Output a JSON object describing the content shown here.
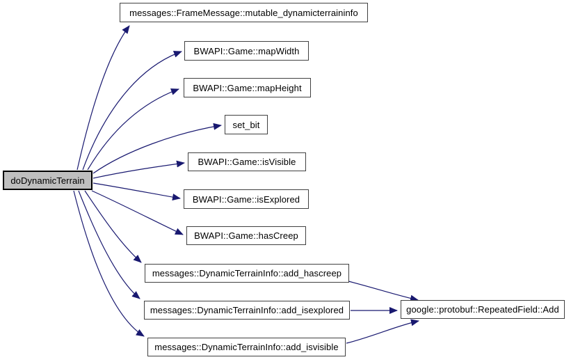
{
  "diagram": {
    "type": "call-graph",
    "root_function": "doDynamicTerrain",
    "colors": {
      "edge": "#191970",
      "node_border": "#404040",
      "node_fill": "#ffffff",
      "root_border": "#000000",
      "root_fill": "#bfbfbf",
      "background": "#ffffff",
      "text": "#000000"
    },
    "nodes": [
      {
        "id": "doDynamicTerrain",
        "label": "doDynamicTerrain",
        "role": "root"
      },
      {
        "id": "mutable_dynamicterraininfo",
        "label": "messages::FrameMessage::mutable_dynamicterraininfo",
        "role": "callee"
      },
      {
        "id": "mapWidth",
        "label": "BWAPI::Game::mapWidth",
        "role": "callee"
      },
      {
        "id": "mapHeight",
        "label": "BWAPI::Game::mapHeight",
        "role": "callee"
      },
      {
        "id": "set_bit",
        "label": "set_bit",
        "role": "callee"
      },
      {
        "id": "isVisible",
        "label": "BWAPI::Game::isVisible",
        "role": "callee"
      },
      {
        "id": "isExplored",
        "label": "BWAPI::Game::isExplored",
        "role": "callee"
      },
      {
        "id": "hasCreep",
        "label": "BWAPI::Game::hasCreep",
        "role": "callee"
      },
      {
        "id": "add_hascreep",
        "label": "messages::DynamicTerrainInfo::add_hascreep",
        "role": "callee"
      },
      {
        "id": "add_isexplored",
        "label": "messages::DynamicTerrainInfo::add_isexplored",
        "role": "callee"
      },
      {
        "id": "add_isvisible",
        "label": "messages::DynamicTerrainInfo::add_isvisible",
        "role": "callee"
      },
      {
        "id": "RepeatedField_Add",
        "label": "google::protobuf::RepeatedField::Add",
        "role": "callee"
      }
    ],
    "edges": [
      {
        "from": "doDynamicTerrain",
        "to": "mutable_dynamicterraininfo"
      },
      {
        "from": "doDynamicTerrain",
        "to": "mapWidth"
      },
      {
        "from": "doDynamicTerrain",
        "to": "mapHeight"
      },
      {
        "from": "doDynamicTerrain",
        "to": "set_bit"
      },
      {
        "from": "doDynamicTerrain",
        "to": "isVisible"
      },
      {
        "from": "doDynamicTerrain",
        "to": "isExplored"
      },
      {
        "from": "doDynamicTerrain",
        "to": "hasCreep"
      },
      {
        "from": "doDynamicTerrain",
        "to": "add_hascreep"
      },
      {
        "from": "doDynamicTerrain",
        "to": "add_isexplored"
      },
      {
        "from": "doDynamicTerrain",
        "to": "add_isvisible"
      },
      {
        "from": "add_hascreep",
        "to": "RepeatedField_Add"
      },
      {
        "from": "add_isexplored",
        "to": "RepeatedField_Add"
      },
      {
        "from": "add_isvisible",
        "to": "RepeatedField_Add"
      }
    ]
  }
}
